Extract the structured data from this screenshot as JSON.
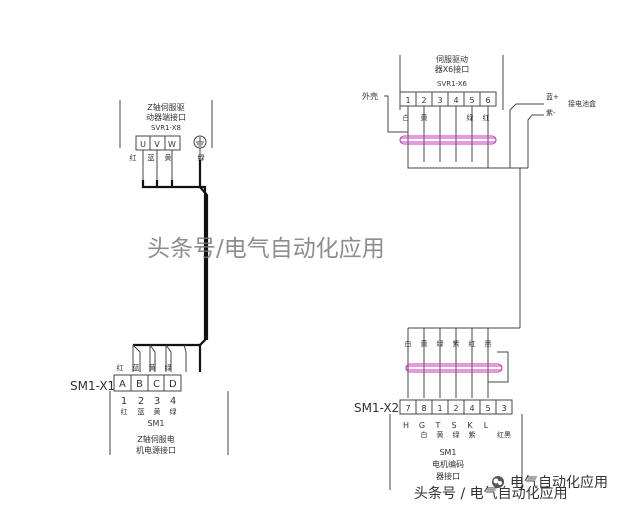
{
  "left": {
    "drive_caption_1": "Z轴伺服驱",
    "drive_caption_2": "动器端接口",
    "drive_connector": "SVR1-X8",
    "drive_pins": [
      "U",
      "V",
      "W"
    ],
    "top_wire_colors": [
      "红",
      "蓝",
      "黄",
      "绿"
    ],
    "bottom_wire_colors": [
      "红",
      "蓝",
      "黄",
      "绿"
    ],
    "motor_connector": "SM1-X1",
    "motor_pins": [
      "A",
      "B",
      "C",
      "D"
    ],
    "motor_pin_numbers": [
      "1",
      "2",
      "3",
      "4"
    ],
    "motor_pin_colors": [
      "红",
      "蓝",
      "黄",
      "绿"
    ],
    "motor_id": "SM1",
    "motor_caption_1": "Z轴伺服电",
    "motor_caption_2": "机电源接口"
  },
  "right": {
    "drive_caption_1": "伺服驱动",
    "drive_caption_2": "器X6接口",
    "drive_connector": "SVR1-X6",
    "drive_pins": [
      "1",
      "2",
      "3",
      "4",
      "5",
      "6"
    ],
    "outer_label": "外壳",
    "drive_wire_colors": [
      "白",
      "黄",
      "",
      "绿",
      "红"
    ],
    "plus_label": "蓝+",
    "minus_label": "紫-",
    "box_label": "接电池盒",
    "encoder_wire_colors": [
      "白",
      "黄",
      "绿",
      "紫",
      "红",
      "黑"
    ],
    "encoder_connector": "SM1-X2",
    "encoder_pins": [
      "7",
      "8",
      "1",
      "2",
      "4",
      "5",
      "3"
    ],
    "encoder_pin_letters": [
      "H",
      "G",
      "T",
      "S",
      "K",
      "L",
      ""
    ],
    "encoder_pin_colors": [
      "",
      "白",
      "黄",
      "绿",
      "紫",
      "",
      "红黑"
    ],
    "encoder_id": "SM1",
    "encoder_caption_1": "电机编码",
    "encoder_caption_2": "器接口"
  },
  "watermark": "头条号/电气自动化应用",
  "footer": {
    "account": "电气自动化应用",
    "watermark": "头条号 / 电气自动化应用"
  }
}
